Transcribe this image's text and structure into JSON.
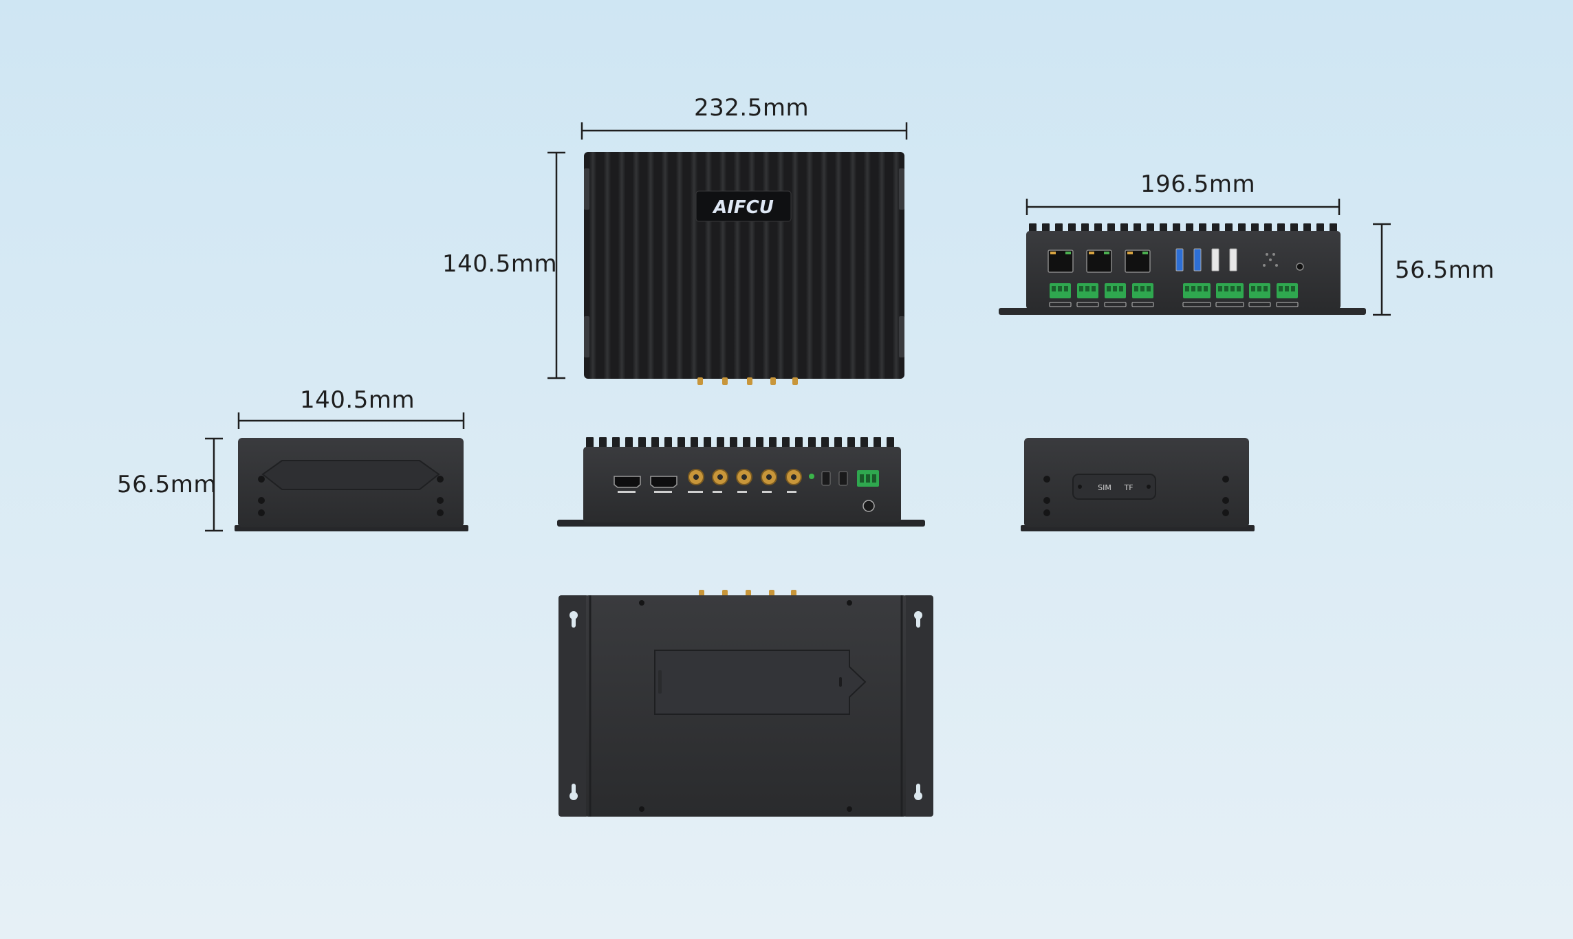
{
  "colors": {
    "background_top": "#cfe6f3",
    "background_bottom": "#e3eff6",
    "device_body": "#2b2c2e",
    "device_dark": "#1c1c1e",
    "connector_green": "#2fa84f",
    "usb_blue": "#2d6fd6",
    "dimension_line": "#1e1e1e"
  },
  "dimensions": {
    "top_width": "232.5mm",
    "top_depth": "140.5mm",
    "rear_width": "196.5mm",
    "rear_height": "56.5mm",
    "side_width": "140.5mm",
    "side_height": "56.5mm"
  },
  "device": {
    "logo": "AIFCU",
    "side_panel_labels": [
      "SIM",
      "TF"
    ]
  },
  "views": [
    "top-view",
    "rear-io-view",
    "left-side-view",
    "front-io-view",
    "right-side-view",
    "bottom-view"
  ]
}
